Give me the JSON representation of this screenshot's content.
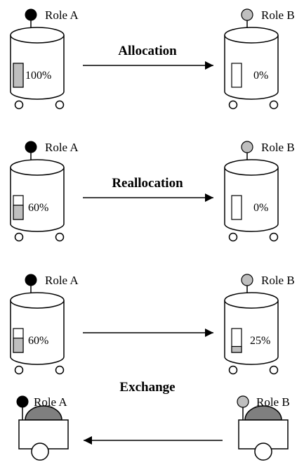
{
  "colors": {
    "role_a_marker": "#000000",
    "role_b_marker": "#bfbfbf",
    "fill": "#bfbfbf",
    "dome": "#7f7f7f",
    "line": "#000000",
    "background": "#ffffff"
  },
  "scenarios": [
    {
      "label": "Allocation",
      "left": {
        "role": "Role A",
        "percent": "100%",
        "fill_fraction": 1.0
      },
      "right": {
        "role": "Role B",
        "percent": "0%",
        "fill_fraction": 0.0
      },
      "arrow_direction": "right"
    },
    {
      "label": "Reallocation",
      "left": {
        "role": "Role A",
        "percent": "60%",
        "fill_fraction": 0.6
      },
      "right": {
        "role": "Role B",
        "percent": "0%",
        "fill_fraction": 0.0
      },
      "arrow_direction": "right"
    },
    {
      "label": "Exchange",
      "left": {
        "role": "Role A",
        "percent": "60%",
        "fill_fraction": 0.6
      },
      "right": {
        "role": "Role B",
        "percent": "25%",
        "fill_fraction": 0.25
      },
      "arrow_direction": "right",
      "robots": {
        "left_role": "Role A",
        "right_role": "Role B",
        "arrow_direction": "left"
      }
    }
  ]
}
